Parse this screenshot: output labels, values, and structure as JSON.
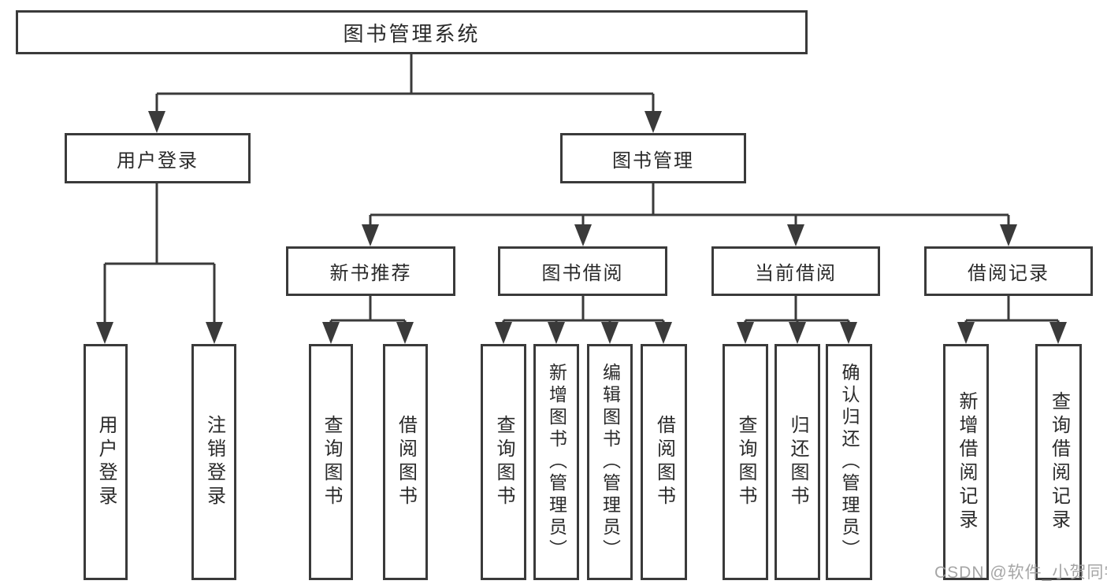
{
  "diagram": {
    "watermark": "CSDN @软件_小贺同学",
    "colors": {
      "line": "#3a3a3a",
      "box_border": "#3a3a3a",
      "text": "#2a2a2a",
      "watermark": "#9e9e9e",
      "background": "#ffffff"
    },
    "nodes": {
      "root": {
        "label": "图书管理系统"
      },
      "user_login": {
        "label": "用户登录"
      },
      "book_mgmt": {
        "label": "图书管理"
      },
      "new_books": {
        "label": "新书推荐"
      },
      "book_borrow": {
        "label": "图书借阅"
      },
      "current_borrow": {
        "label": "当前借阅"
      },
      "borrow_records": {
        "label": "借阅记录"
      },
      "leaf_user_login": {
        "label": "用户登录"
      },
      "leaf_logout": {
        "label": "注销登录"
      },
      "leaf_nb_query": {
        "label": "查询图书"
      },
      "leaf_nb_borrow": {
        "label": "借阅图书"
      },
      "leaf_bb_query": {
        "label": "查询图书"
      },
      "leaf_bb_add": {
        "label": "新增图书（管理员）"
      },
      "leaf_bb_edit": {
        "label": "编辑图书（管理员）"
      },
      "leaf_bb_borrow": {
        "label": "借阅图书"
      },
      "leaf_cb_query": {
        "label": "查询图书"
      },
      "leaf_cb_return": {
        "label": "归还图书"
      },
      "leaf_cb_confirm": {
        "label": "确认归还（管理员）"
      },
      "leaf_br_add": {
        "label": "新增借阅记录"
      },
      "leaf_br_query": {
        "label": "查询借阅记录"
      }
    }
  }
}
